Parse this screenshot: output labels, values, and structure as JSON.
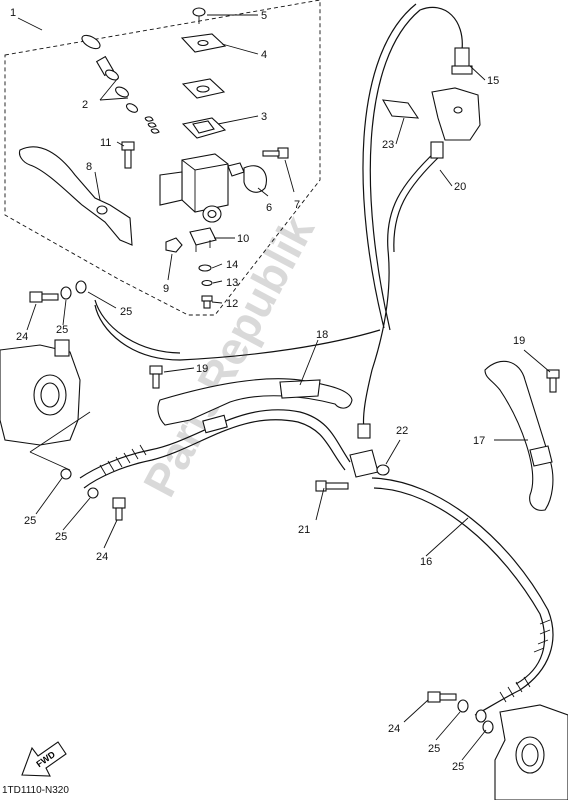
{
  "watermark": "PartsRepublik",
  "fwd_label": "FWD",
  "diagram_code": "1TD1110-N320",
  "callouts": {
    "c1": "1",
    "c2": "2",
    "c3": "3",
    "c4": "4",
    "c5": "5",
    "c6": "6",
    "c7": "7",
    "c8": "8",
    "c9": "9",
    "c10": "10",
    "c11": "11",
    "c12": "12",
    "c13": "13",
    "c14": "14",
    "c15": "15",
    "c16": "16",
    "c17": "17",
    "c18": "18",
    "c19a": "19",
    "c19b": "19",
    "c20": "20",
    "c21": "21",
    "c22": "22",
    "c23": "23",
    "c24a": "24",
    "c24b": "24",
    "c24c": "24",
    "c25a": "25",
    "c25b": "25",
    "c25c": "25",
    "c25d": "25",
    "c25e": "25",
    "c25f": "25"
  }
}
